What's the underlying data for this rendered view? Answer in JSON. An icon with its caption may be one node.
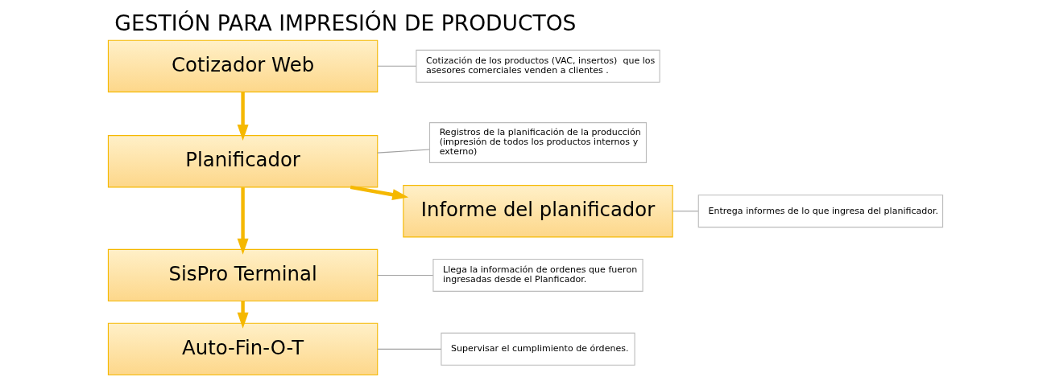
{
  "diagram": {
    "title": "GESTIÓN PARA IMPRESIÓN DE PRODUCTOS",
    "nodes": [
      {
        "text": [
          "Cotizador Web"
        ]
      },
      {
        "text": [
          "Cotización de los productos (VAC, insertos)  que los asesores comerciales venden a clientes ."
        ]
      },
      {
        "text": [
          "Planificador"
        ]
      },
      {
        "text": [
          "Registros de la planificación de la producción (impresión de todos los productos internos y externo)"
        ]
      },
      {
        "text": [
          "Informe del planificador"
        ]
      },
      {
        "text": [
          "Entrega informes de lo que ingresa del planificador."
        ]
      },
      {
        "text": [
          "SisPro Terminal"
        ]
      },
      {
        "text": [
          "Llega la información de ordenes que fueron ingresadas desde el Planficador."
        ]
      },
      {
        "text": [
          "Auto-Fin-O-T"
        ]
      },
      {
        "text": [
          "Supervisar el cumplimiento de órdenes."
        ]
      }
    ],
    "edges": [
      {
        "from": 0,
        "to": 2,
        "arrow": "to",
        "style": "thick",
        "color": "#f5b800"
      },
      {
        "from": 2,
        "to": 4,
        "arrow": "to",
        "style": "thick",
        "color": "#f5b800"
      },
      {
        "from": 2,
        "to": 6,
        "arrow": "to",
        "style": "thick",
        "color": "#f5b800"
      },
      {
        "from": 6,
        "to": 8,
        "arrow": "to",
        "style": "thick",
        "color": "#f5b800"
      },
      {
        "from": 1,
        "to": 0,
        "arrow": "none"
      },
      {
        "from": 3,
        "to": 2,
        "arrow": "none"
      },
      {
        "from": 5,
        "to": 4,
        "arrow": "none"
      },
      {
        "from": 7,
        "to": 6,
        "arrow": "none"
      },
      {
        "from": 9,
        "to": 8,
        "arrow": "none"
      }
    ]
  }
}
